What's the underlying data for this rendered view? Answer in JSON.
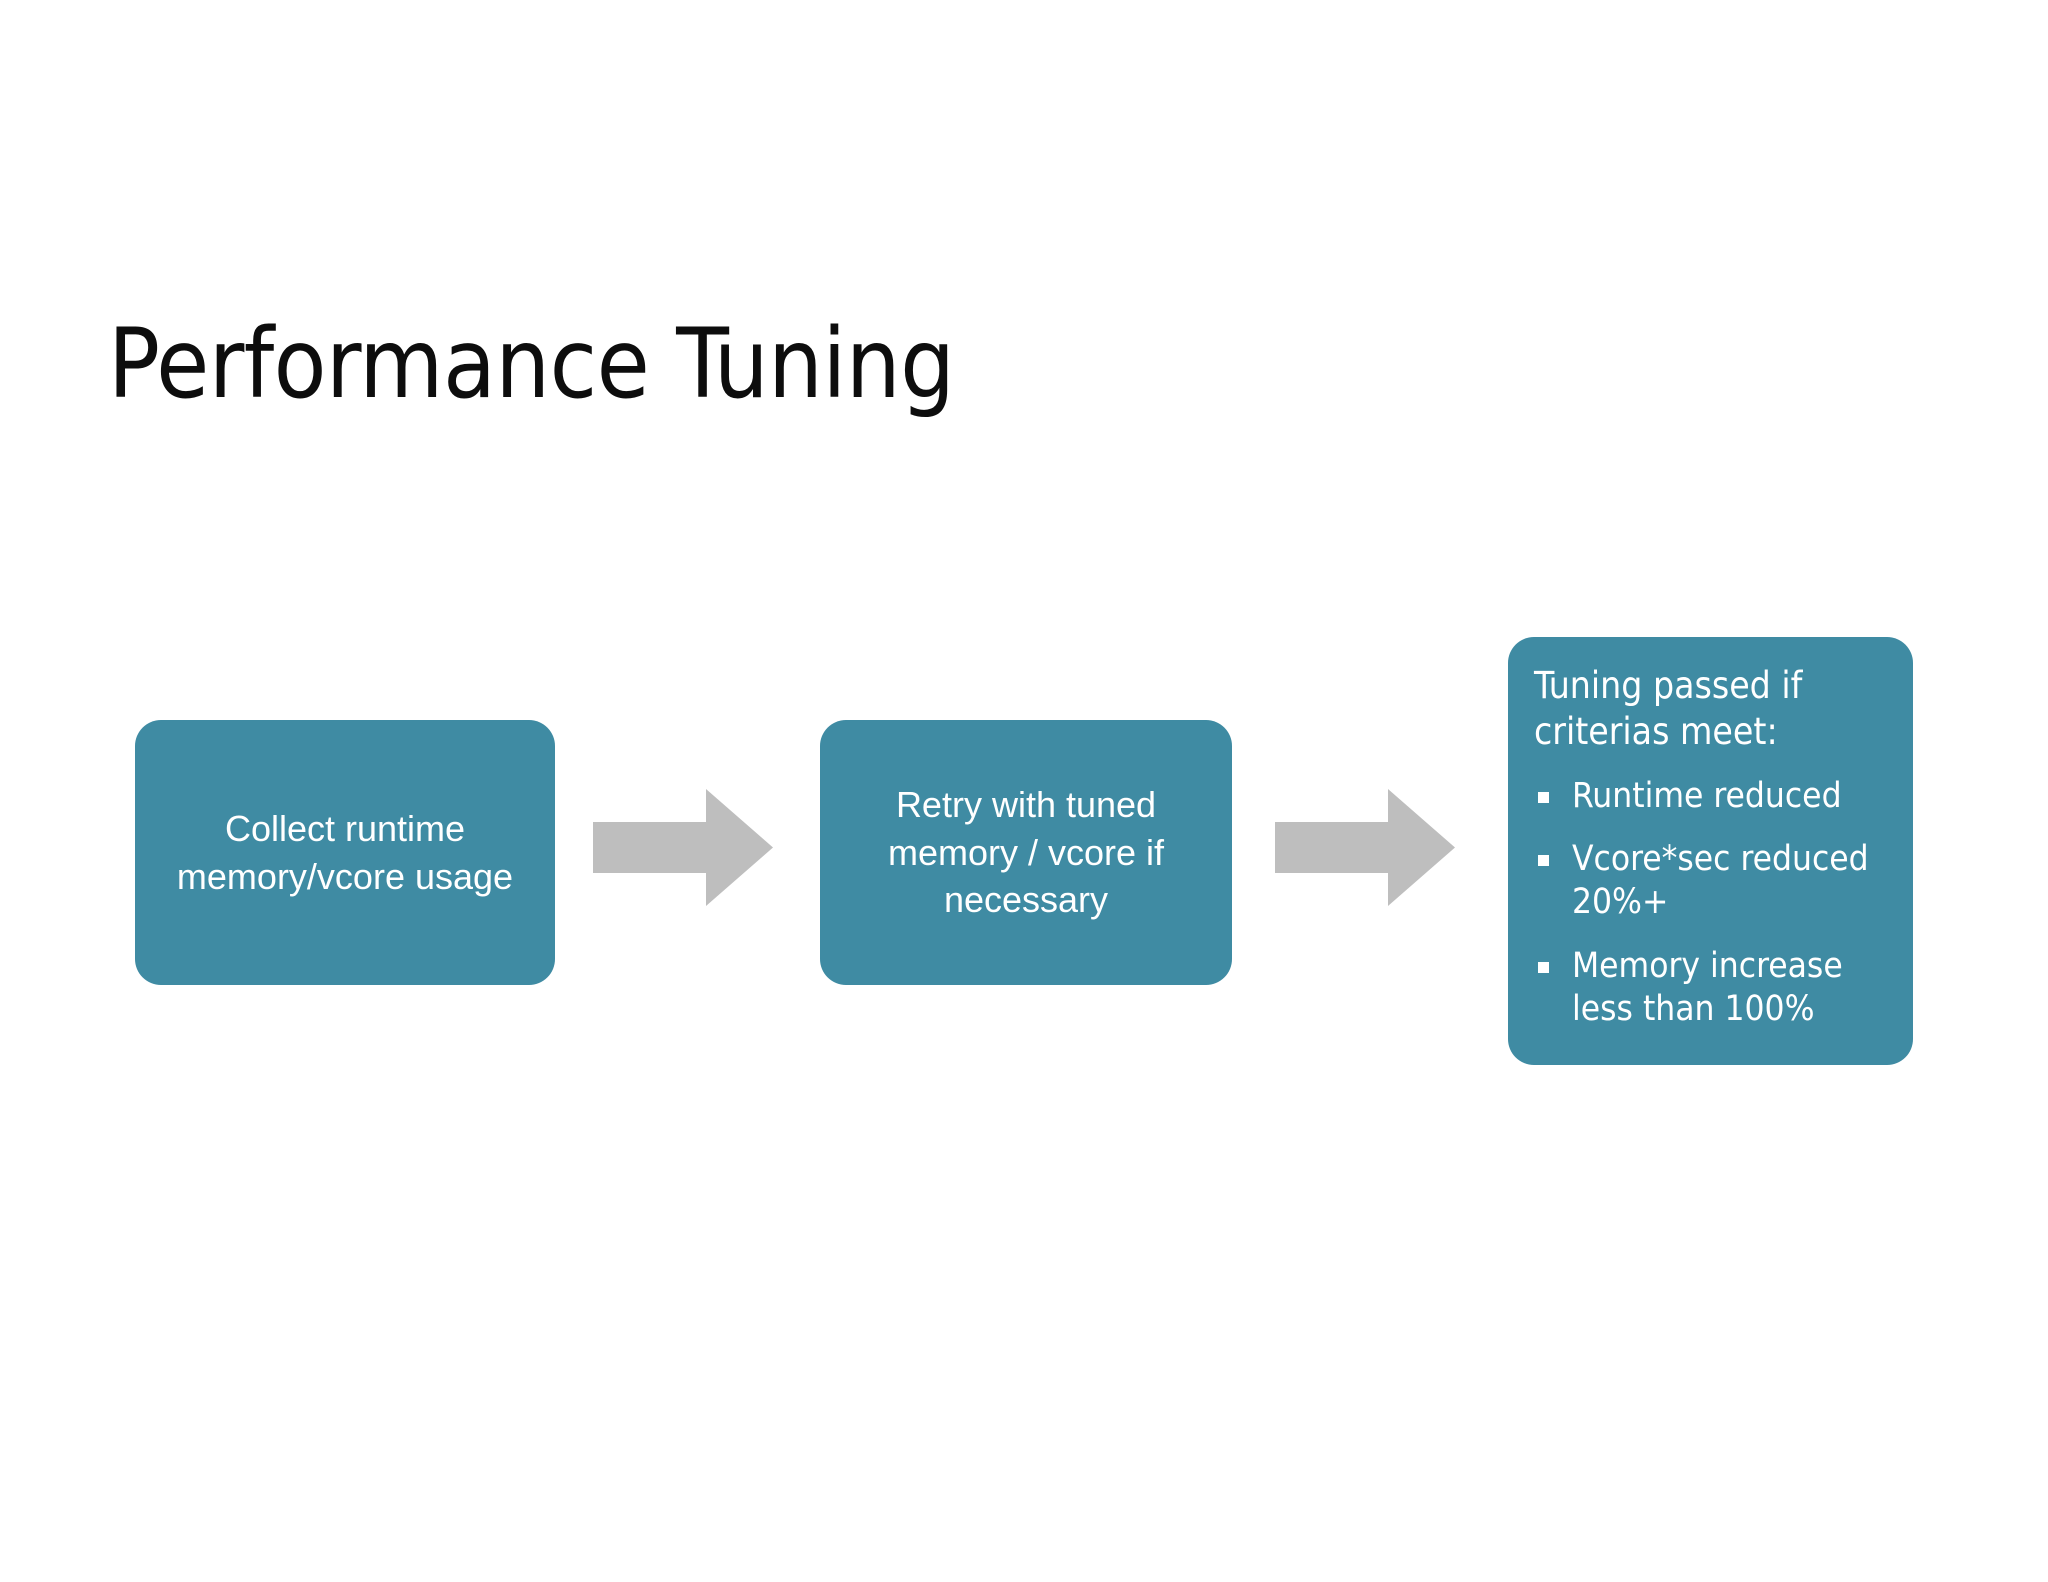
{
  "slide": {
    "title": "Performance Tuning",
    "background_color": "#ffffff",
    "title_color": "#0d0d0d",
    "box_color": "#3F8BA3",
    "arrow_color": "#BEBEBE",
    "box_text_color": "#ffffff"
  },
  "flow": {
    "steps": [
      {
        "id": "collect",
        "text": "Collect runtime memory/vcore usage"
      },
      {
        "id": "retry",
        "text": "Retry with tuned memory / vcore if necessary"
      },
      {
        "id": "criteria",
        "heading": "Tuning passed if criterias meet:",
        "bullets": [
          "Runtime reduced",
          "Vcore*sec reduced 20%+",
          "Memory increase less than 100%"
        ]
      }
    ],
    "connectors": [
      {
        "id": "arrow-1",
        "icon": "right-arrow-icon"
      },
      {
        "id": "arrow-2",
        "icon": "right-arrow-icon"
      }
    ]
  }
}
